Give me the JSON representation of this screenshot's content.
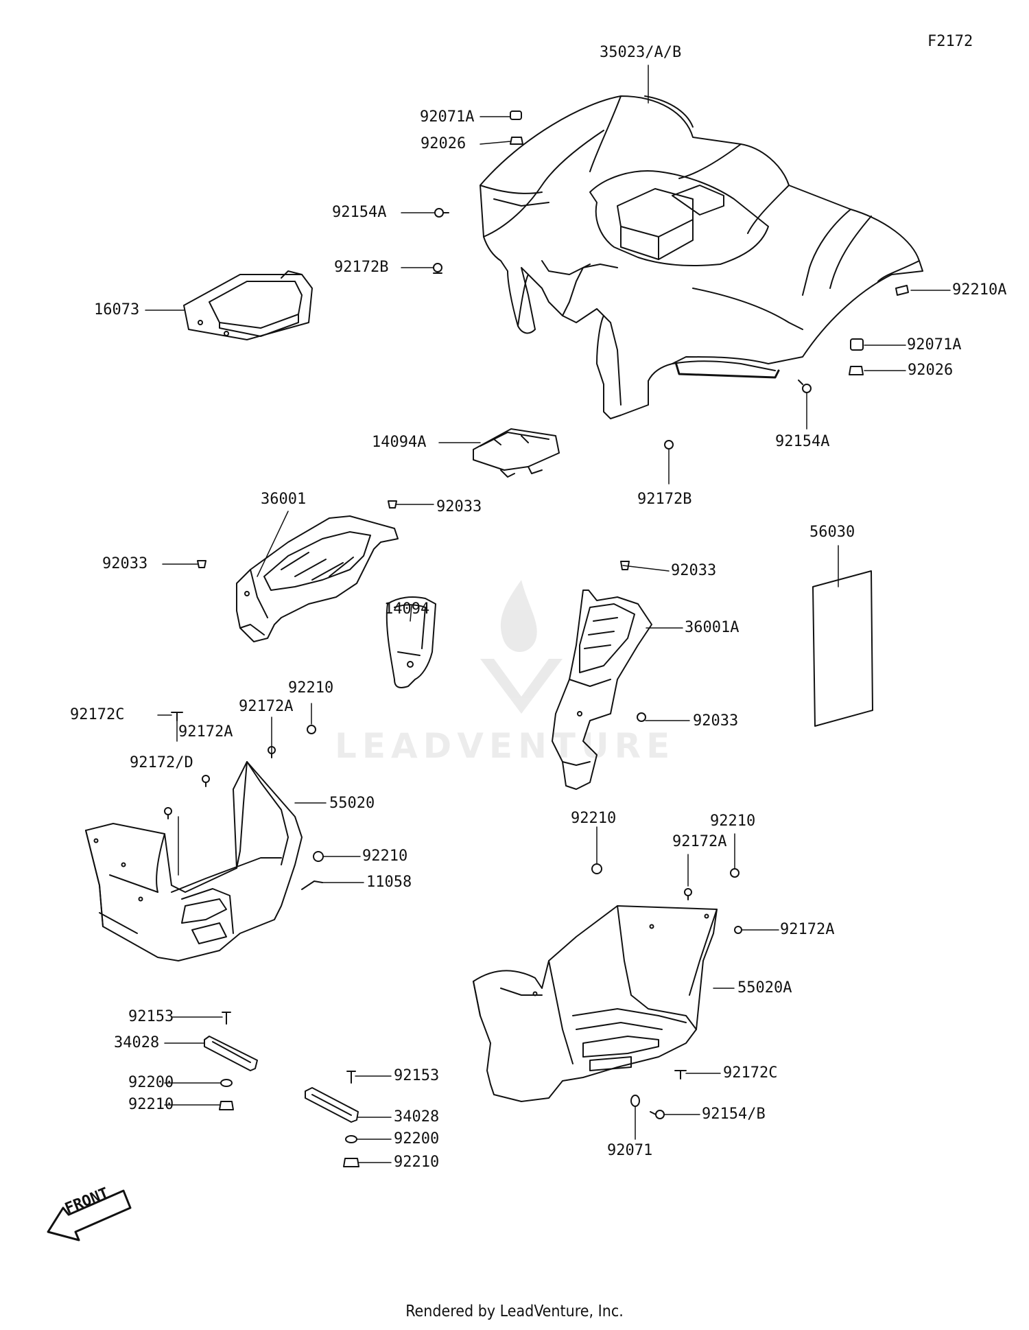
{
  "figure_code": "F2172",
  "footer": "Rendered by LeadVenture, Inc.",
  "watermark": "LEADVENTURE",
  "front_arrow_text": "FRONT",
  "part_labels": {
    "p35023": "35023/A/B",
    "p92071A_top": "92071A",
    "p92026_top": "92026",
    "p92154A_left": "92154A",
    "p92172B_left": "92172B",
    "p16073": "16073",
    "p92210A": "92210A",
    "p92071A_right": "92071A",
    "p92026_right": "92026",
    "p92154A_right": "92154A",
    "p14094A": "14094A",
    "p92172B_mid": "92172B",
    "p36001": "36001",
    "p92033_a": "92033",
    "p92033_b": "92033",
    "p92033_c": "92033",
    "p92033_d": "92033",
    "p56030": "56030",
    "p14094": "14094",
    "p36001A": "36001A",
    "p92172C_left": "92172C",
    "p92210_a": "92210",
    "p92172A_a": "92172A",
    "p92172A_b": "92172A",
    "p92172D": "92172/D",
    "p55020": "55020",
    "p92210_b": "92210",
    "p11058": "11058",
    "p92210_c": "92210",
    "p92172A_c": "92172A",
    "p92210_d": "92210",
    "p92172A_d": "92172A",
    "p55020A": "55020A",
    "p92153_left": "92153",
    "p34028_left": "34028",
    "p92200_left": "92200",
    "p92210_e": "92210",
    "p92153_mid": "92153",
    "p34028_mid": "34028",
    "p92200_mid": "92200",
    "p92210_f": "92210",
    "p92172C_right": "92172C",
    "p92154B": "92154/B",
    "p92071": "92071"
  }
}
